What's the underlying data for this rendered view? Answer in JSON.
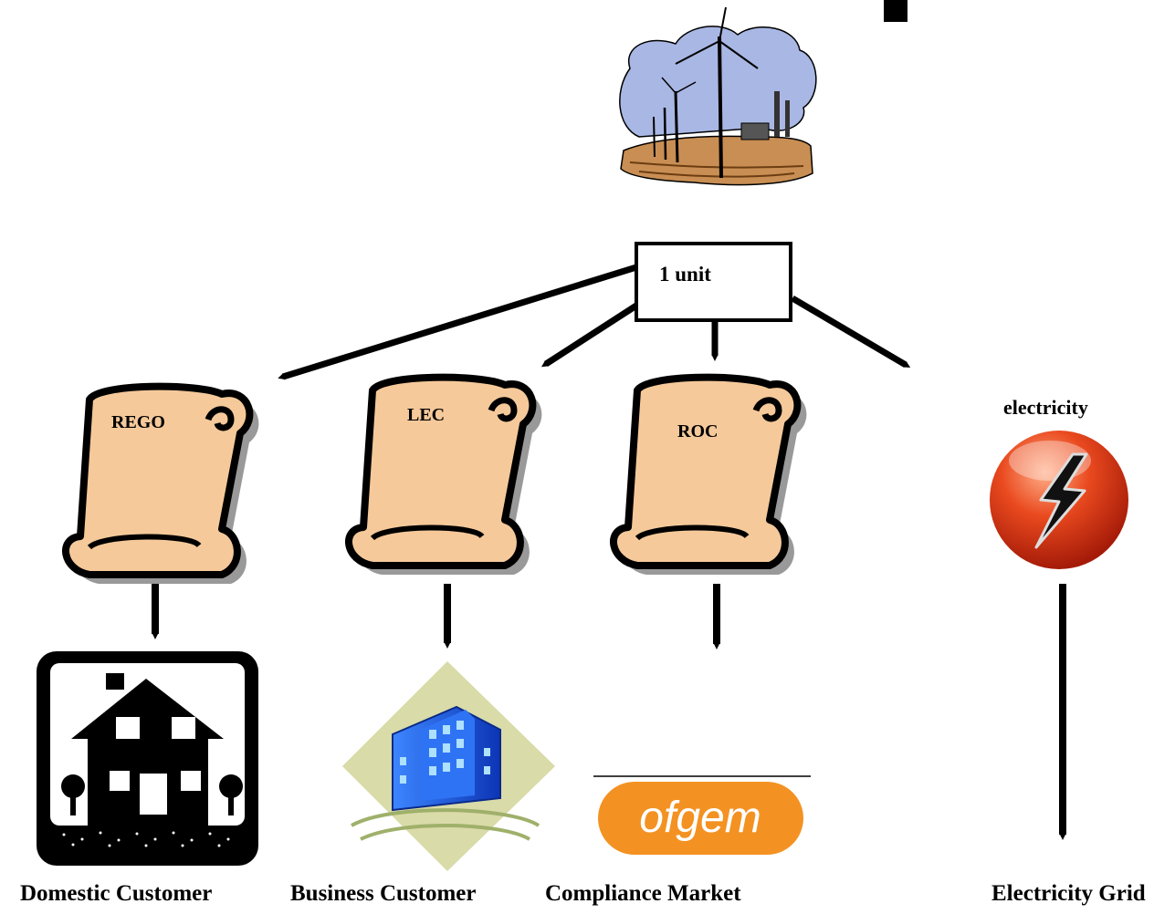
{
  "diagram": {
    "source_node": {
      "label": "1 unit"
    },
    "certificates": [
      {
        "id": "rego",
        "label": "REGO"
      },
      {
        "id": "lec",
        "label": "LEC"
      },
      {
        "id": "roc",
        "label": "ROC"
      }
    ],
    "electricity_label": "electricity",
    "destinations": [
      {
        "id": "domestic",
        "label": "Domestic Customer"
      },
      {
        "id": "business",
        "label": "Business Customer"
      },
      {
        "id": "compliance",
        "label": "Compliance Market"
      },
      {
        "id": "grid",
        "label": "Electricity Grid"
      }
    ],
    "ofgem_logo_text": "ofgem"
  },
  "colors": {
    "scroll_fill": "#F5C99A",
    "sky": "#A9B7E4",
    "ground": "#C98E53",
    "building_blue": "#1E5BE0",
    "ofgem_orange": "#F39222",
    "orb_red": "#E8401C"
  }
}
